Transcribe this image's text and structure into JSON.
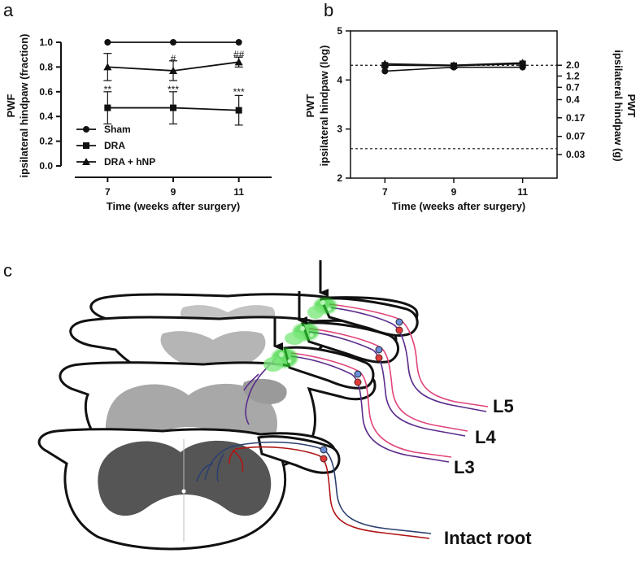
{
  "panels": {
    "a": "a",
    "b": "b",
    "c": "c"
  },
  "chart_data": [
    {
      "panel": "a",
      "type": "line",
      "xlabel": "Time (weeks after surgery)",
      "ylabel_line1": "PWF",
      "ylabel_line2": "ipsilateral hindpaw (fraction)",
      "x": [
        7,
        9,
        11
      ],
      "x_tick_labels": [
        "7",
        "9",
        "11"
      ],
      "y_tick_labels": [
        "1.0",
        "0.8",
        "0.6",
        "0.4",
        "0.2",
        "0.0"
      ],
      "ylim": [
        0.0,
        1.0
      ],
      "xlim": [
        6,
        12
      ],
      "series": [
        {
          "name": "Sham",
          "marker": "circle",
          "values": [
            1.0,
            1.0,
            1.0
          ],
          "error": [
            0,
            0,
            0
          ]
        },
        {
          "name": "DRA",
          "marker": "square",
          "values": [
            0.47,
            0.47,
            0.45
          ],
          "error": [
            0.13,
            0.13,
            0.12
          ]
        },
        {
          "name": "DRA + hNP",
          "marker": "triangle",
          "values": [
            0.8,
            0.77,
            0.84
          ],
          "error": [
            0.11,
            0.08,
            0.04
          ]
        }
      ],
      "annotations": [
        {
          "text": "**",
          "x": 7,
          "y": 0.62
        },
        {
          "text": "***",
          "x": 9,
          "y": 0.62
        },
        {
          "text": "***",
          "x": 11,
          "y": 0.6
        },
        {
          "text": "#",
          "x": 9,
          "y": 0.87
        },
        {
          "text": "##",
          "x": 11,
          "y": 0.9
        }
      ],
      "legend_position": "bottom-left"
    },
    {
      "panel": "b",
      "type": "line",
      "xlabel": "Time (weeks after surgery)",
      "ylabel_left_line1": "PWT",
      "ylabel_left_line2": "ipsilateral hindpaw (log)",
      "ylabel_right_line1": "PWT",
      "ylabel_right_line2": "ipsilateral hindpaw (g)",
      "x": [
        7,
        9,
        11
      ],
      "x_tick_labels": [
        "7",
        "9",
        "11"
      ],
      "y_tick_labels": [
        "5",
        "4",
        "3",
        "2"
      ],
      "ylim": [
        2,
        5
      ],
      "xlim": [
        6,
        12
      ],
      "right_axis_ticks": [
        {
          "label": "2.0",
          "y": 4.3
        },
        {
          "label": "1.2",
          "y": 4.08
        },
        {
          "label": "0.7",
          "y": 3.85
        },
        {
          "label": "0.4",
          "y": 3.6
        },
        {
          "label": "0.17",
          "y": 3.23
        },
        {
          "label": "0.07",
          "y": 2.85
        },
        {
          "label": "0.03",
          "y": 2.48
        }
      ],
      "reference_lines": [
        4.3,
        2.6
      ],
      "series": [
        {
          "name": "Sham",
          "marker": "circle",
          "values": [
            4.18,
            4.26,
            4.26
          ]
        },
        {
          "name": "DRA",
          "marker": "square",
          "values": [
            4.3,
            4.29,
            4.33
          ]
        },
        {
          "name": "DRA + hNP",
          "marker": "triangle",
          "values": [
            4.33,
            4.3,
            4.35
          ]
        }
      ]
    }
  ],
  "diagram": {
    "levels": [
      "L5",
      "L4",
      "L3"
    ],
    "intact_label": "Intact root"
  }
}
